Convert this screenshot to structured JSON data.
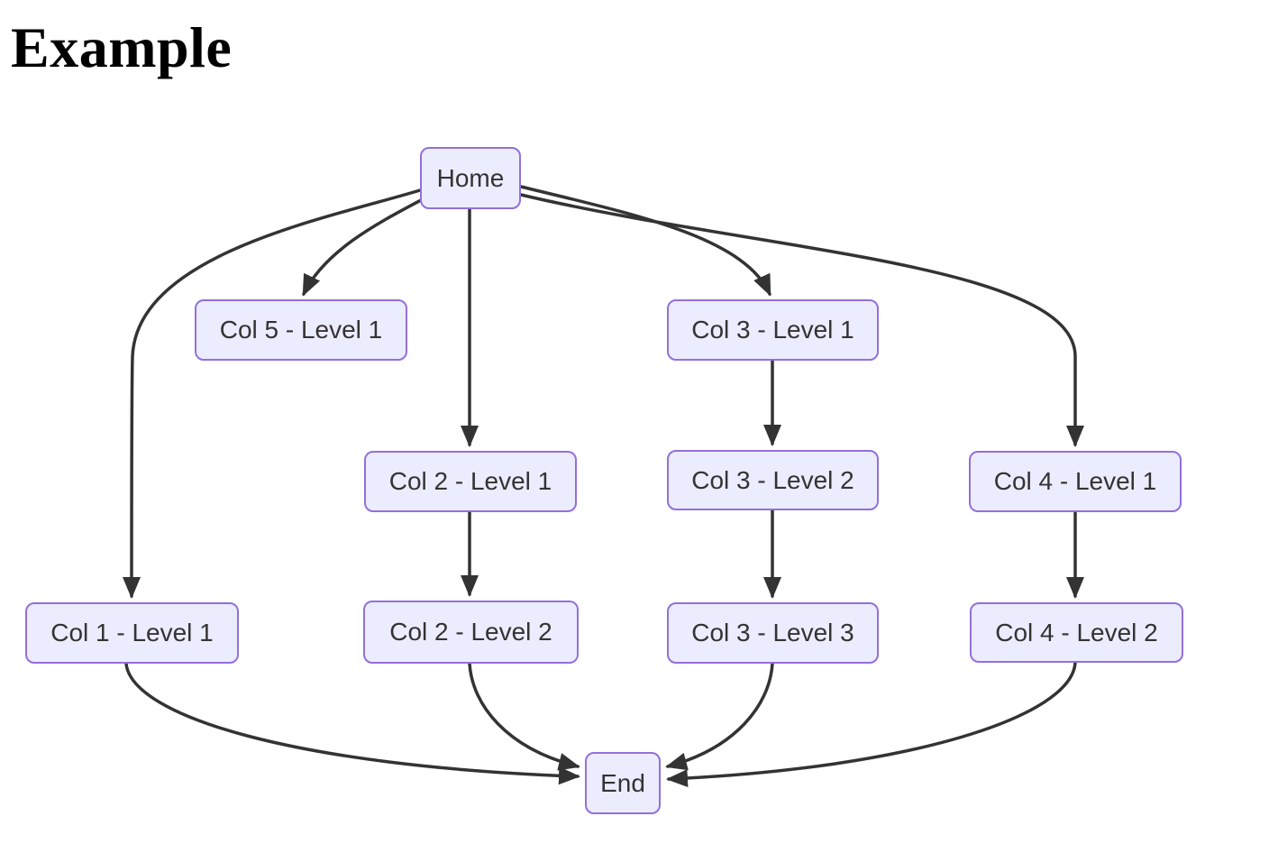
{
  "title": "Example",
  "colors": {
    "background": "#FFFFFF",
    "title_text": "#000000",
    "node_fill": "#ECECFF",
    "node_border": "#9370DB",
    "node_text": "#333333",
    "edge": "#333333"
  },
  "diagram": {
    "type": "flowchart",
    "direction": "top-down",
    "nodes": [
      {
        "id": "home",
        "label": "Home"
      },
      {
        "id": "col5-level1",
        "label": "Col 5 - Level 1"
      },
      {
        "id": "col3-level1",
        "label": "Col 3 - Level 1"
      },
      {
        "id": "col2-level1",
        "label": "Col 2 - Level 1"
      },
      {
        "id": "col3-level2",
        "label": "Col 3 - Level 2"
      },
      {
        "id": "col4-level1",
        "label": "Col 4 - Level 1"
      },
      {
        "id": "col1-level1",
        "label": "Col 1 - Level 1"
      },
      {
        "id": "col2-level2",
        "label": "Col 2 - Level 2"
      },
      {
        "id": "col3-level3",
        "label": "Col 3 - Level 3"
      },
      {
        "id": "col4-level2",
        "label": "Col 4 - Level 2"
      },
      {
        "id": "end",
        "label": "End"
      }
    ],
    "edges": [
      {
        "from": "Home",
        "to": "Col 1 - Level 1"
      },
      {
        "from": "Home",
        "to": "Col 5 - Level 1"
      },
      {
        "from": "Home",
        "to": "Col 2 - Level 1"
      },
      {
        "from": "Home",
        "to": "Col 3 - Level 1"
      },
      {
        "from": "Home",
        "to": "Col 4 - Level 1"
      },
      {
        "from": "Col 3 - Level 1",
        "to": "Col 3 - Level 2"
      },
      {
        "from": "Col 2 - Level 1",
        "to": "Col 2 - Level 2"
      },
      {
        "from": "Col 3 - Level 2",
        "to": "Col 3 - Level 3"
      },
      {
        "from": "Col 4 - Level 1",
        "to": "Col 4 - Level 2"
      },
      {
        "from": "Col 1 - Level 1",
        "to": "End"
      },
      {
        "from": "Col 2 - Level 2",
        "to": "End"
      },
      {
        "from": "Col 3 - Level 3",
        "to": "End"
      },
      {
        "from": "Col 4 - Level 2",
        "to": "End"
      }
    ]
  }
}
